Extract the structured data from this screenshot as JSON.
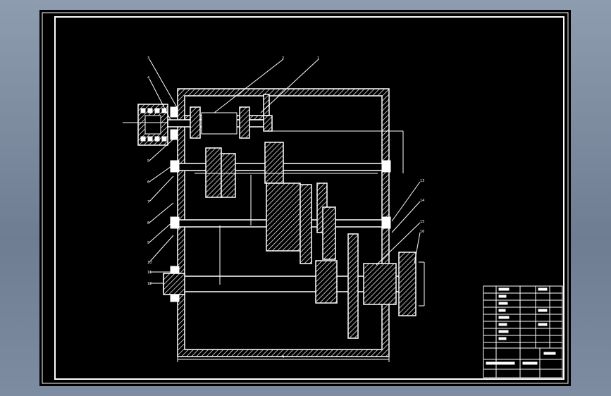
{
  "drawing": {
    "part_numbers": [
      "1",
      "2",
      "3",
      "4",
      "5",
      "6",
      "7",
      "8",
      "9",
      "10",
      "11",
      "12",
      "13",
      "14",
      "15",
      "16"
    ],
    "overall_dimension": "4"
  },
  "title_block": {
    "drawing_name": "",
    "drawing_no": ""
  },
  "colors": {
    "background": "#000000",
    "lines": "#ffffff",
    "desktop": "#7f8da3"
  }
}
